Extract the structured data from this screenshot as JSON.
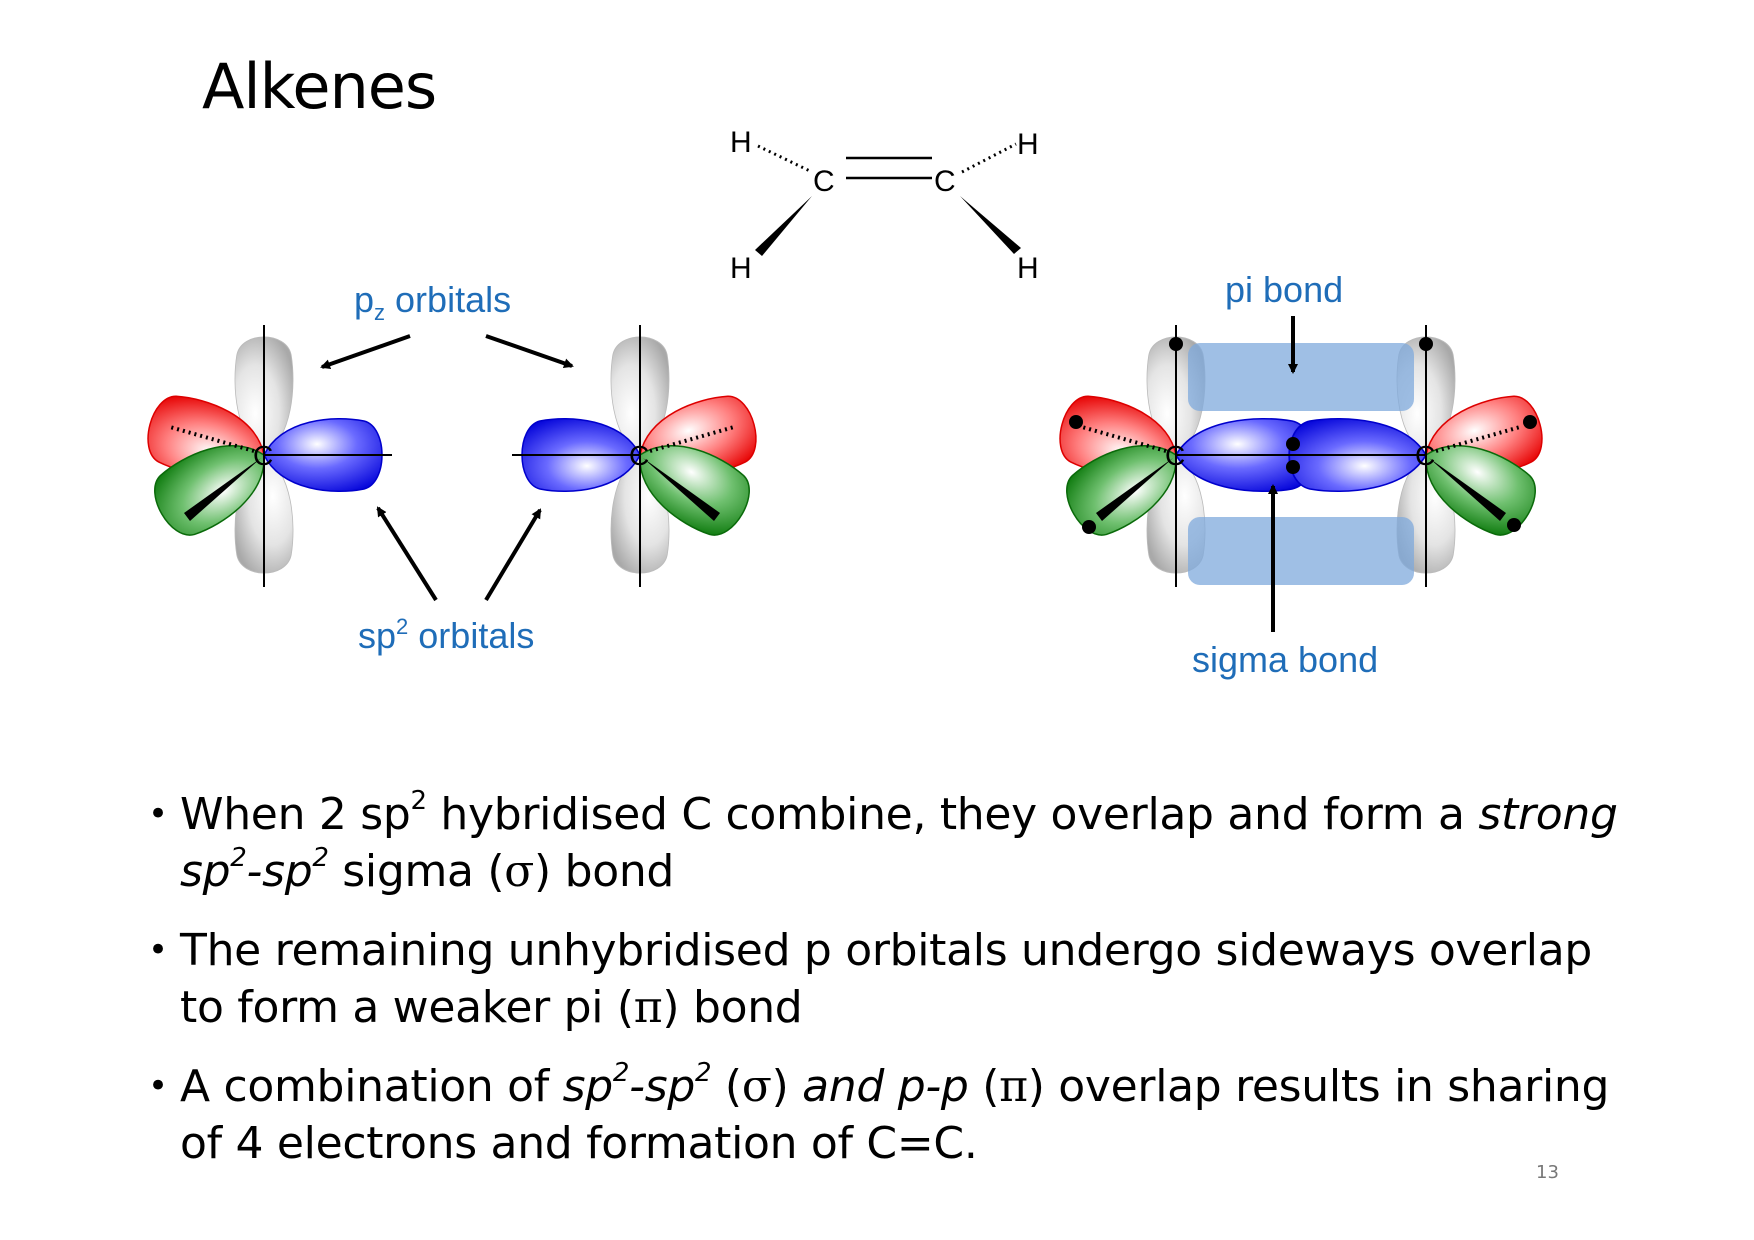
{
  "title": "Alkenes",
  "page_number": "13",
  "molecule": {
    "atoms": [
      "H",
      "H",
      "C",
      "C",
      "H",
      "H"
    ]
  },
  "labels": {
    "pz_main": "p",
    "pz_sub": "z",
    "pz_rest": " orbitals",
    "sp2_main": "sp",
    "sp2_sup": "2",
    "sp2_rest": " orbitals",
    "pi_bond": "pi bond",
    "sigma_bond": "sigma bond",
    "carbon": "C"
  },
  "colors": {
    "label_blue": "#1f6db8",
    "lobe_red": "#e8232a",
    "lobe_green": "#1f8a2a",
    "lobe_blue": "#1414e0",
    "lobe_grey": "#cfcfcf",
    "pi_rect": "#7fa9dc"
  },
  "bullets": [
    {
      "b1": "When 2 sp",
      "b1s": "2",
      "b2": " hybridised C combine, they overlap and form a ",
      "b2i": "strong",
      "b3i": "sp",
      "b3s": "2",
      "b4i": "-sp",
      "b4s": "2",
      "b5": " sigma (",
      "b5g": "σ",
      "b6": ")  bond"
    },
    {
      "b1": "The remaining unhybridised p orbitals undergo sideways overlap to form a weaker pi (",
      "b1g": "π",
      "b2": ") bond"
    },
    {
      "b1": "A combination of ",
      "b1i": "sp",
      "b1s": "2",
      "b2i": "-sp",
      "b2s": "2",
      "b3": " (",
      "b3g": "σ",
      "b4": ") ",
      "b4i": "and p-p",
      "b5": " (",
      "b5g": "π",
      "b6": ") overlap results in sharing of 4 electrons and formation of C=C."
    }
  ]
}
